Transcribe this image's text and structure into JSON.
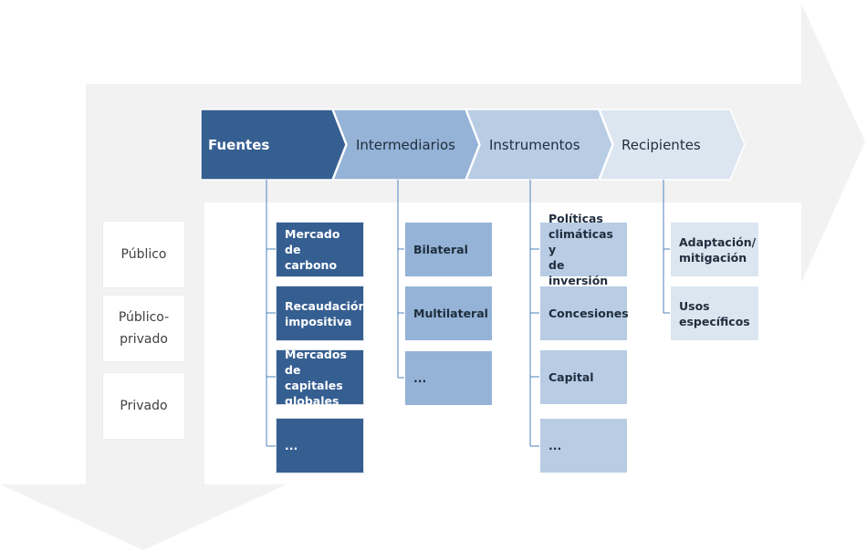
{
  "diagram": {
    "categories": [
      {
        "line1": "Público",
        "line2": ""
      },
      {
        "line1": "Público-",
        "line2": "privado"
      },
      {
        "line1": "Privado",
        "line2": ""
      }
    ],
    "columns": [
      {
        "header": "Fuentes",
        "items": [
          {
            "lines": [
              "Mercado de",
              "carbono"
            ]
          },
          {
            "lines": [
              "Recaudación",
              "impositiva"
            ]
          },
          {
            "lines": [
              "Mercados de",
              "capitales",
              "globales"
            ]
          },
          {
            "lines": [
              "..."
            ]
          }
        ]
      },
      {
        "header": "Intermediarios",
        "items": [
          {
            "lines": [
              "Bilateral"
            ]
          },
          {
            "lines": [
              "Multilateral"
            ]
          },
          {
            "lines": [
              "..."
            ]
          }
        ]
      },
      {
        "header": "Instrumentos",
        "items": [
          {
            "lines": [
              "Políticas",
              "climáticas y",
              "de inversión"
            ]
          },
          {
            "lines": [
              "Concesiones"
            ]
          },
          {
            "lines": [
              "Capital"
            ]
          },
          {
            "lines": [
              "..."
            ]
          }
        ]
      },
      {
        "header": "Recipientes",
        "items": [
          {
            "lines": [
              "Adaptación/",
              "mitigación"
            ]
          },
          {
            "lines": [
              "Usos",
              "específicos"
            ]
          }
        ]
      }
    ]
  },
  "colors": {
    "arrow_fill": "#f2f2f2",
    "fuentes": "#365f91",
    "intermediarios": "#95b3d7",
    "instrumentos": "#b8cce4",
    "recipientes": "#dce6f1",
    "connector": "#4f81bd"
  }
}
